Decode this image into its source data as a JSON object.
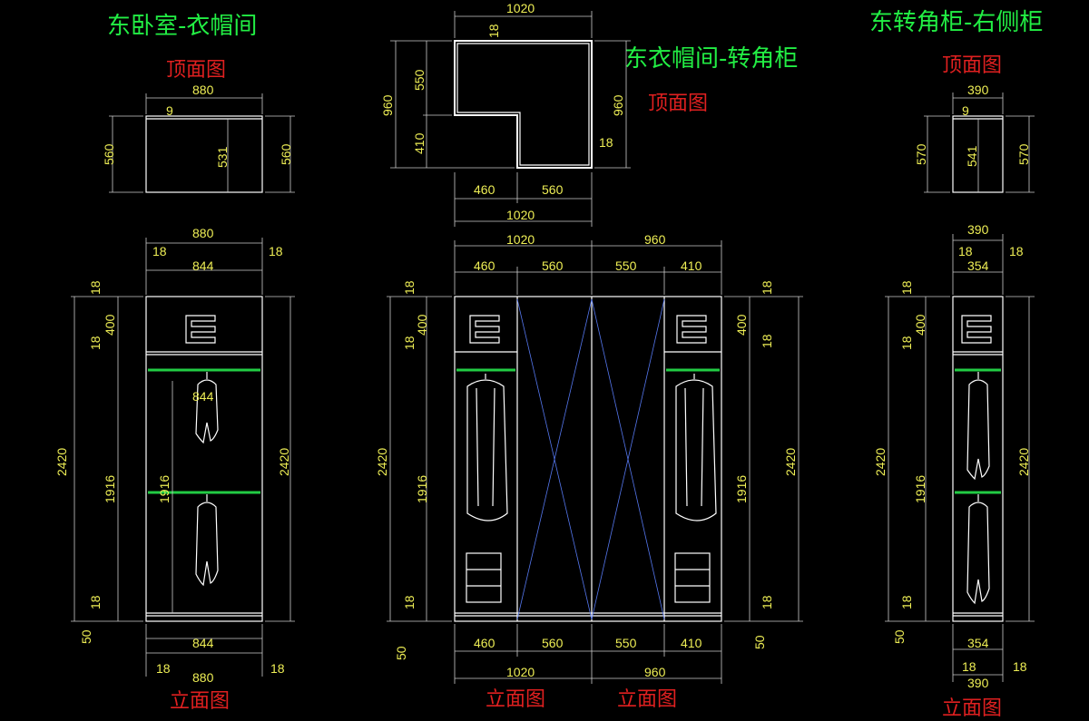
{
  "titles": {
    "left": "东卧室-衣帽间",
    "center": "东衣帽间-转角柜",
    "right": "东转角柜-右侧柜"
  },
  "view_labels": {
    "top_view": "顶面图",
    "elevation": "立面图"
  },
  "left_cabinet": {
    "plan": {
      "width": "880",
      "depth_outer": "560",
      "depth_inner": "531",
      "back_panel": "9"
    },
    "elevation": {
      "width_outer": "880",
      "width_inner": "844",
      "side_panel": "18",
      "height_total": "2420",
      "top_section": "400",
      "hang_section": "1916",
      "panel": "18",
      "plinth": "50",
      "inner_rail": "844",
      "inner_height": "1916"
    }
  },
  "corner_cabinet": {
    "plan": {
      "width": "1020",
      "depth": "960",
      "back_depth": "550",
      "front_depth": "410",
      "panel": "18",
      "seg_a": "460",
      "seg_b": "560",
      "total": "1020"
    },
    "elevation": {
      "width_left": "1020",
      "width_right": "960",
      "segments": [
        "460",
        "560",
        "550",
        "410"
      ],
      "height_total": "2420",
      "top_section": "400",
      "hang_section": "1916",
      "panel": "18",
      "plinth": "50"
    }
  },
  "right_cabinet": {
    "plan": {
      "width": "390",
      "depth_outer": "570",
      "depth_inner": "541",
      "back_panel": "9"
    },
    "elevation": {
      "width_outer": "390",
      "width_inner": "354",
      "side_panel": "18",
      "height_total": "2420",
      "top_section": "400",
      "hang_section": "1916",
      "panel": "18",
      "plinth": "50"
    }
  },
  "colors": {
    "background": "#000000",
    "title": "#22ee44",
    "view_label": "#e02020",
    "dimension": "#eeee55",
    "shelf": "#22cc44",
    "sliding_door": "#5577ee"
  }
}
